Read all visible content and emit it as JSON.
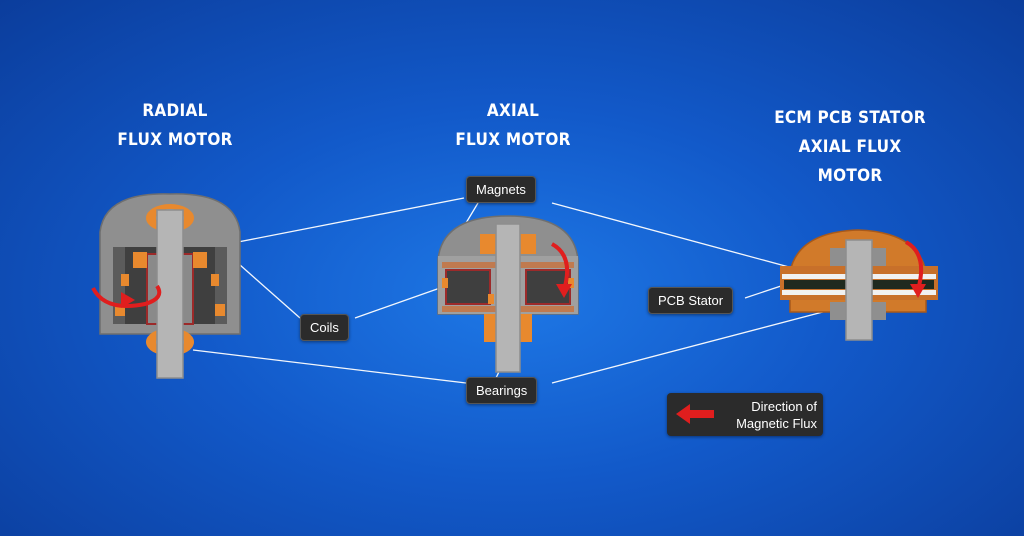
{
  "titles": {
    "radial": [
      "RADIAL",
      "FLUX MOTOR"
    ],
    "axial": [
      "AXIAL",
      "FLUX MOTOR"
    ],
    "pcb": [
      "ECM PCB STATOR",
      "AXIAL FLUX MOTOR"
    ]
  },
  "labels": {
    "magnets": "Magnets",
    "coils": "Coils",
    "bearings": "Bearings",
    "pcb_stator": "PCB Stator"
  },
  "legend": {
    "line1": "Direction of",
    "line2": "Magnetic Flux"
  },
  "colors": {
    "background": "#1259c9",
    "label_bg": "#2b2b2b",
    "housing_gray": "#8f8f8f",
    "shaft_gray": "#b5b5b5",
    "copper_orange": "#e8892e",
    "flux_red": "#e01e1e"
  }
}
